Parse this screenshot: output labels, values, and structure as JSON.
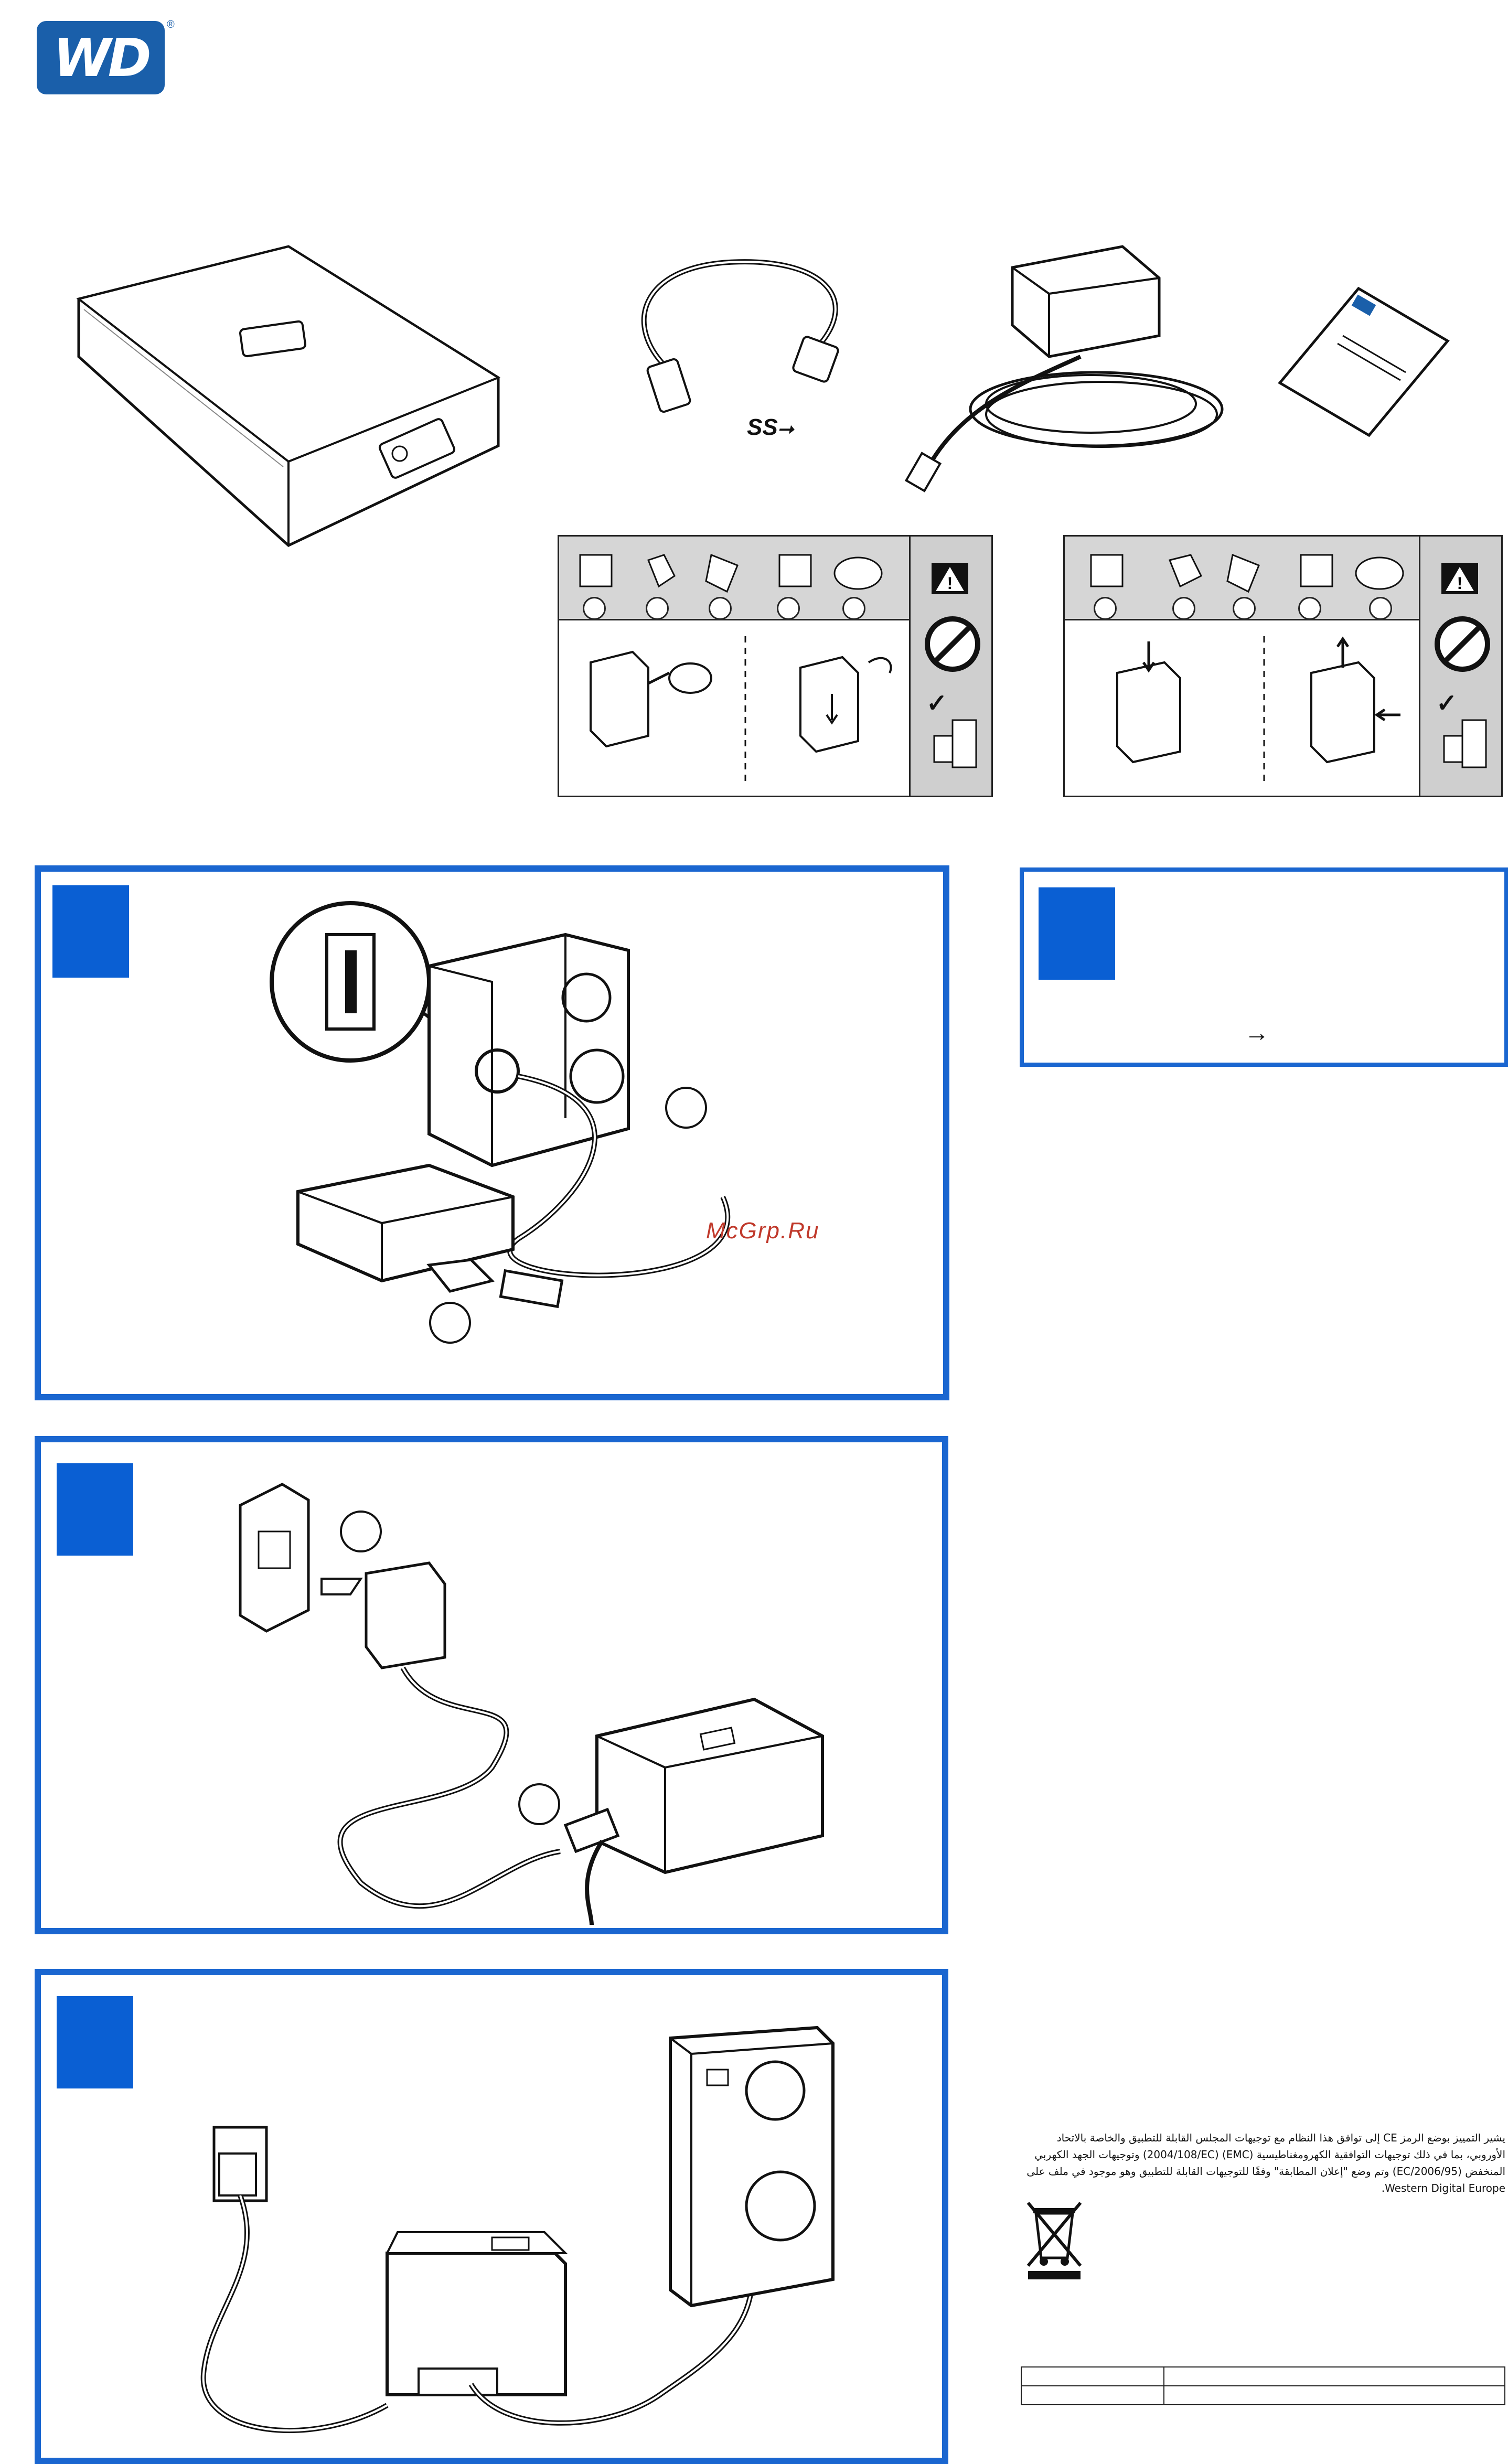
{
  "brand": {
    "logo_text": "WD",
    "registered_mark": "®",
    "color": "#1a5faa"
  },
  "accent_color": "#1a66d0",
  "usb_logo_text": "SS",
  "watermark": "McGrp.Ru",
  "icons": {
    "warning": "warning-triangle-icon",
    "prohibited": "no-symbol-icon",
    "check": "checkmark-icon",
    "arrow": "right-arrow-icon",
    "weee": "crossed-bin-icon"
  },
  "arrow_glyph": "→",
  "warning_glyph": "!",
  "check_glyph": "✓",
  "arabic_text": "يشير التمييز بوضع الرمز CE إلى توافق هذا النظام مع توجيهات المجلس القابلة للتطبيق والخاصة بالاتحاد الأوروبي، بما في ذلك توجيهات التوافقية الكهرومغناطيسية (EMC) (2004/108/EC) وتوجيهات الجهد الكهربي المنخفض (2006/95/EC) وتم وضع \"إعلان المطابقة\" وفقًا للتوجيهات القابلة للتطبيق وهو موجود في ملف على Western Digital Europe."
}
